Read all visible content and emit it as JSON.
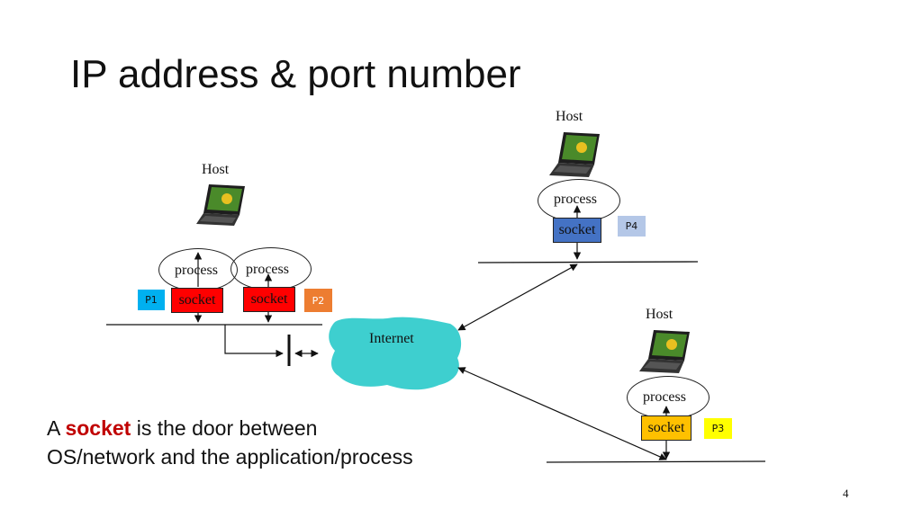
{
  "slide": {
    "title": "IP address & port number",
    "page_number": "4"
  },
  "hosts": {
    "left": {
      "label": "Host",
      "process_a": "process",
      "process_b": "process",
      "socket_a": "socket",
      "socket_b": "socket",
      "port_a": "P1",
      "port_b": "P2"
    },
    "top_right": {
      "label": "Host",
      "process": "process",
      "socket": "socket",
      "port": "P4"
    },
    "bottom_right": {
      "label": "Host",
      "process": "process",
      "socket": "socket",
      "port": "P3"
    }
  },
  "network": {
    "cloud_label": "Internet"
  },
  "caption": {
    "prefix": "A ",
    "keyword": "socket",
    "line1_rest": " is the door between",
    "line2": "OS/network and the application/process"
  },
  "colors": {
    "socket_red": "#ff0000",
    "socket_blue": "#4472c4",
    "socket_yellow": "#ffc000",
    "p1_tag": "#00b0f0",
    "p2_tag": "#ed7d31",
    "p3_tag": "#ffff00",
    "p4_tag": "#b4c7e7",
    "cloud": "#3ecfcf",
    "keyword": "#c00000"
  },
  "icons": {
    "host": "laptop-icon"
  }
}
